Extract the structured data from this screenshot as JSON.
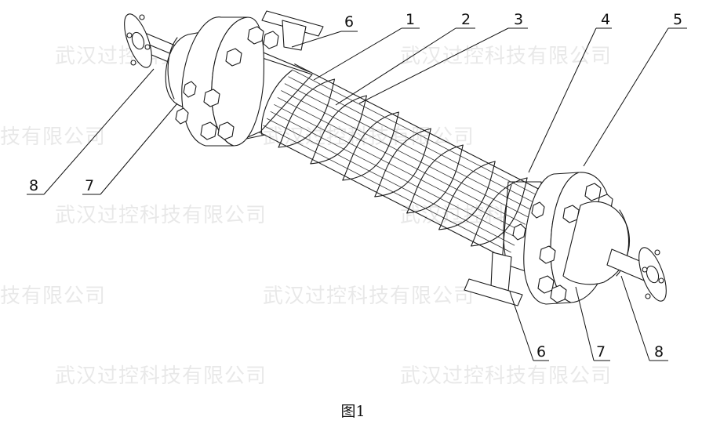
{
  "watermark": {
    "lines": [
      {
        "text": "武汉过控科技有限公司"
      },
      {
        "text": "武汉过控科技有限公司"
      },
      {
        "text": "技有限公司"
      },
      {
        "text": "武汉过控科技有限公司"
      },
      {
        "text": "武汉过控科技有限公司"
      },
      {
        "text": "武汉过控科技有限公司"
      },
      {
        "text": "技有限公司"
      },
      {
        "text": "武汉过控科技有限公司"
      },
      {
        "text": "武汉过控科技有限公司"
      },
      {
        "text": "武汉过控科技有限公司"
      }
    ]
  },
  "callouts": [
    "1",
    "2",
    "3",
    "4",
    "5",
    "6",
    "7",
    "8",
    "6",
    "7",
    "8"
  ],
  "caption": "图1"
}
